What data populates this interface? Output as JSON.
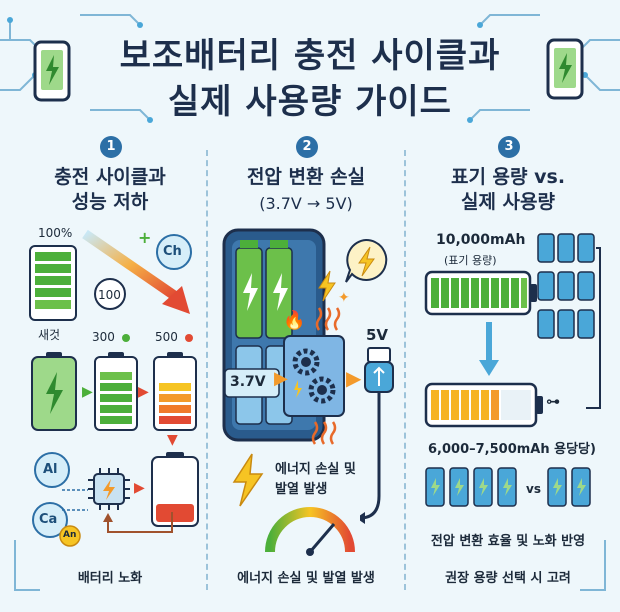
{
  "title": {
    "line1": "보조배터리 충전 사이클과",
    "line2": "실제 사용량 가이드"
  },
  "sections": [
    {
      "number": "1",
      "heading_line1": "충전 사이클과",
      "heading_line2": "성능 저하",
      "labels": {
        "full": "100%",
        "new": "새것",
        "cycle_100": "100",
        "cycle_300": "300",
        "cycle_500": "500",
        "chem_ch": "Ch",
        "chem_al": "Al",
        "chem_ca": "Ca",
        "chem_an": "An"
      },
      "footer": "배터리 노화"
    },
    {
      "number": "2",
      "heading_line1": "전압 변환 손실",
      "heading_line2": "(3.7V → 5V)",
      "labels": {
        "input_voltage": "3.7V",
        "output_voltage": "5V",
        "loss_note_line1": "에너지 손실 및",
        "loss_note_line2": "발열 발생"
      },
      "footer": "에너지 손실 및 발열 발생"
    },
    {
      "number": "3",
      "heading_line1": "표기 용량 vs.",
      "heading_line2": "실제 사용량",
      "labels": {
        "rated_capacity": "10,000mAh",
        "rated_note": "(표기 용량)",
        "actual_capacity": "6,000–7,500mAh 용당당)",
        "vs": "vs"
      },
      "footer_line1": "전압 변환 효율 및 노화 반영",
      "footer_line2": "권장 용량 선택 시 고려"
    }
  ],
  "colors": {
    "navy": "#1d2f4c",
    "green": "#4caf3a",
    "orange": "#f39a2b",
    "red": "#e24a33",
    "blue": "#2c6fa6",
    "yellow": "#f6c423"
  }
}
